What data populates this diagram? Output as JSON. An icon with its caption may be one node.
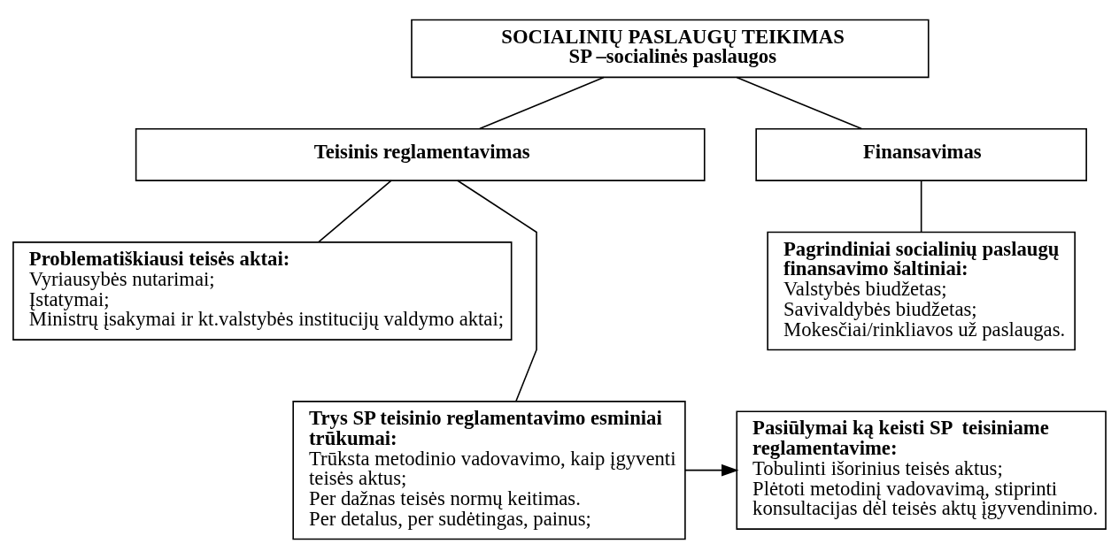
{
  "diagram": {
    "nodes": [
      {
        "text": [
          "SOCIALINIŲ PASLAUGŲ TEIKIMAS",
          "SP –socialinės paslaugos"
        ]
      },
      {
        "text": [
          "Teisinis reglamentavimas"
        ]
      },
      {
        "text": [
          "Finansavimas"
        ]
      },
      {
        "text": [
          "Problematiškiausi teisės aktai:",
          "Vyriausybės nutarimai;",
          "Įstatymai;",
          "Ministrų įsakymai ir kt.valstybės institucijų valdymo aktai;"
        ]
      },
      {
        "text": [
          "Pagrindiniai socialinių paslaugų finansavimo šaltiniai:",
          "Valstybės biudžetas;",
          "Savivaldybės biudžetas;",
          "Mokesčiai/rinkliavos už paslaugas."
        ]
      },
      {
        "text": [
          "Trys SP teisinio reglamentavimo esminiai trūkumai:",
          "Trūksta metodinio vadovavimo, kaip įgyventi teisės aktus;",
          "Per dažnas teisės normų keitimas.",
          "Per detalus, per sudėtingas, painus;"
        ]
      },
      {
        "text": [
          "Pasiūlymai ką keisti SP  teisiniame reglamentavime:",
          "Tobulinti išorinius teisės aktus;",
          "Plėtoti metodinį vadovavimą, stiprinti konsultacijas dėl teisės aktų įgyvendinimo."
        ]
      }
    ],
    "edges": [
      {
        "from": 0,
        "to": 1,
        "arrow": "none"
      },
      {
        "from": 0,
        "to": 2,
        "arrow": "none"
      },
      {
        "from": 1,
        "to": 3,
        "arrow": "none"
      },
      {
        "from": 2,
        "to": 4,
        "arrow": "none"
      },
      {
        "from": 1,
        "to": 5,
        "arrow": "none"
      },
      {
        "from": 5,
        "to": 6,
        "arrow": "to"
      }
    ]
  }
}
